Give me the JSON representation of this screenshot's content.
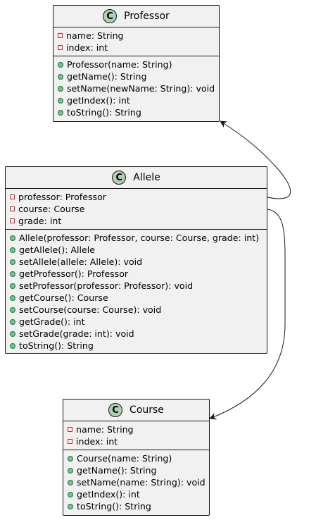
{
  "classes": {
    "professor": {
      "name": "Professor",
      "badge": "C",
      "attributes": [
        "name: String",
        "index: int"
      ],
      "methods": [
        "Professor(name: String)",
        "getName(): String",
        "setName(newName: String): void",
        "getIndex(): int",
        "toString(): String"
      ]
    },
    "allele": {
      "name": "Allele",
      "badge": "C",
      "attributes": [
        "professor: Professor",
        "course: Course",
        "grade: int"
      ],
      "methods": [
        "Allele(professor: Professor, course: Course, grade: int)",
        "getAllele(): Allele",
        "setAllele(allele: Allele): void",
        "getProfessor(): Professor",
        "setProfessor(professor: Professor): void",
        "getCourse(): Course",
        "setCourse(course: Course): void",
        "getGrade(): int",
        "setGrade(grade: int): void",
        "toString(): String"
      ]
    },
    "course": {
      "name": "Course",
      "badge": "C",
      "attributes": [
        "name: String",
        "index: int"
      ],
      "methods": [
        "Course(name: String)",
        "getName(): String",
        "setName(name: String): void",
        "getIndex(): int",
        "toString(): String"
      ]
    }
  },
  "colors": {
    "box_fill": "#f1f1f1",
    "border": "#181818",
    "badge_fill": "#add1b2",
    "private_marker": "#c82930",
    "public_marker": "#84be84"
  }
}
